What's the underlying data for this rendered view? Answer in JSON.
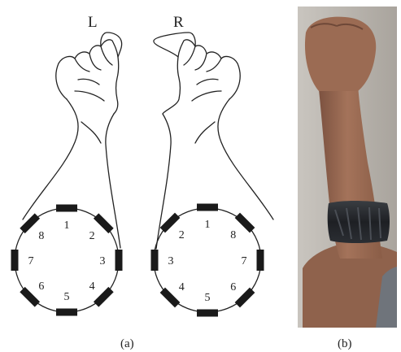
{
  "panel_a": {
    "label": "(a)",
    "left_arm": {
      "side_label": "L",
      "sensor_numbers": [
        "1",
        "2",
        "3",
        "4",
        "5",
        "6",
        "7",
        "8"
      ]
    },
    "right_arm": {
      "side_label": "R",
      "sensor_numbers": [
        "1",
        "2",
        "3",
        "4",
        "5",
        "6",
        "7",
        "8"
      ]
    }
  },
  "panel_b": {
    "label": "(b)",
    "photo_content": "forearm-with-armband-photo"
  },
  "colors": {
    "line": "#222222",
    "sensor": "#1a1a1a",
    "photo_bg": "#b9b4ad",
    "skin": "#a4735a",
    "skin_shadow": "#7c5240",
    "armband": "#26292d"
  }
}
